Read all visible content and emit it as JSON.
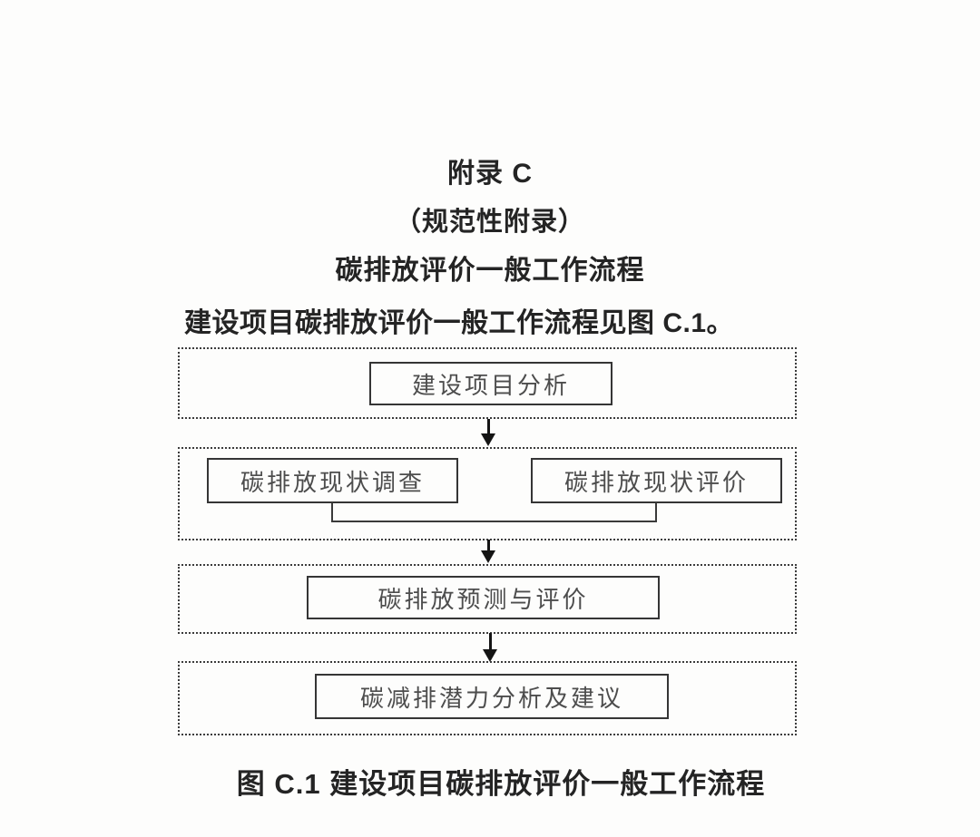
{
  "page": {
    "appendix_title": "附录 C",
    "appendix_subtitle": "（规范性附录）",
    "appendix_heading": "碳排放评价一般工作流程",
    "intro_text": "建设项目碳排放评价一般工作流程见图 C.1。",
    "figure_caption": "图 C.1 建设项目碳排放评价一般工作流程"
  },
  "flowchart": {
    "figure_id": "C.1",
    "flow_direction": "top-to-bottom",
    "steps": [
      {
        "stage": 1,
        "boxes": [
          "建设项目分析"
        ]
      },
      {
        "stage": 2,
        "boxes": [
          "碳排放现状调查",
          "碳排放现状评价"
        ],
        "note": "two parallel boxes joined by a merge connector"
      },
      {
        "stage": 3,
        "boxes": [
          "碳排放预测与评价"
        ]
      },
      {
        "stage": 4,
        "boxes": [
          "碳减排潜力分析及建议"
        ]
      }
    ],
    "connections": [
      "stage1 -> stage2",
      "stage2 -> stage3",
      "stage3 -> stage4"
    ]
  },
  "colors": {
    "background": "#fdfdfc",
    "text_heading": "#242424",
    "text_box": "#4d4d4d",
    "border_dotted": "#3c3c3c",
    "border_solid": "#353535",
    "arrow": "#141414"
  }
}
